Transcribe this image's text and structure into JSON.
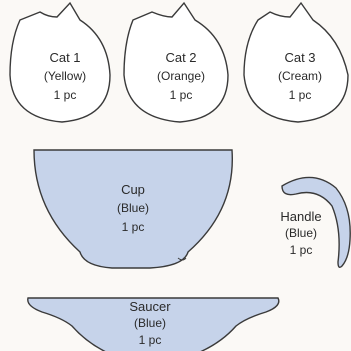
{
  "colors": {
    "background": "#fbf9f6",
    "outline": "#3a3a3a",
    "cat_fill": "#ffffff",
    "blue_fill": "#c6d3ea"
  },
  "pieces": {
    "cat1": {
      "name": "Cat 1",
      "color_label": "(Yellow)",
      "qty": "1 pc"
    },
    "cat2": {
      "name": "Cat 2",
      "color_label": "(Orange)",
      "qty": "1 pc"
    },
    "cat3": {
      "name": "Cat 3",
      "color_label": "(Cream)",
      "qty": "1 pc"
    },
    "cup": {
      "name": "Cup",
      "color_label": "(Blue)",
      "qty": "1 pc"
    },
    "handle": {
      "name": "Handle",
      "color_label": "(Blue)",
      "qty": "1 pc"
    },
    "saucer": {
      "name": "Saucer",
      "color_label": "(Blue)",
      "qty": "1 pc"
    }
  }
}
